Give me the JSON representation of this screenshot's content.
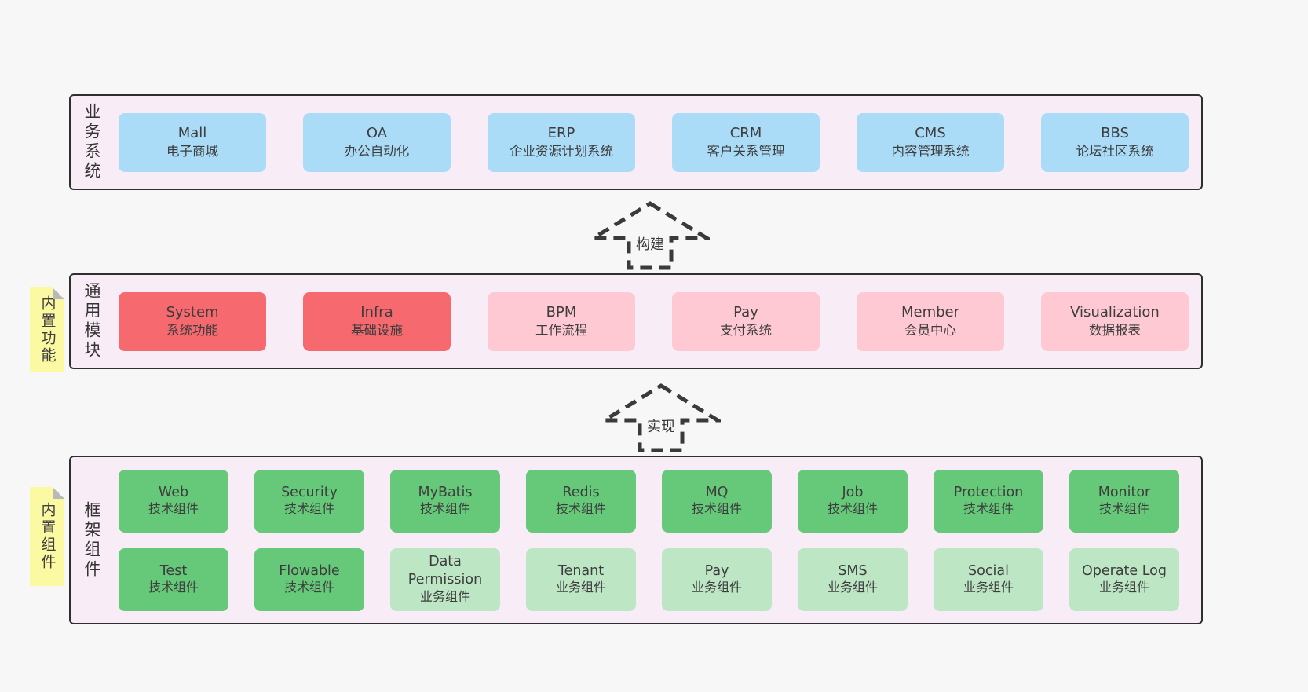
{
  "colors": {
    "page_bg": "#f7f7f7",
    "band_bg": "#f8edf6",
    "band_border": "#2f2f2f",
    "business_box": "#abdcf7",
    "core_module_box": "#f5696f",
    "optional_module_box": "#ffc9d3",
    "tech_component_box": "#66c97a",
    "biz_component_box": "#bde6c5",
    "sticky_note": "#fbf9a2",
    "text": "#3d3d3d"
  },
  "arrows": [
    {
      "label": "构建"
    },
    {
      "label": "实现"
    }
  ],
  "bands": [
    {
      "id": "business-systems",
      "label": "业务系统",
      "boxes": [
        {
          "name": "Mall",
          "subtitle": "电子商城",
          "type": "blue"
        },
        {
          "name": "OA",
          "subtitle": "办公自动化",
          "type": "blue"
        },
        {
          "name": "ERP",
          "subtitle": "企业资源计划系统",
          "type": "blue"
        },
        {
          "name": "CRM",
          "subtitle": "客户关系管理",
          "type": "blue"
        },
        {
          "name": "CMS",
          "subtitle": "内容管理系统",
          "type": "blue"
        },
        {
          "name": "BBS",
          "subtitle": "论坛社区系统",
          "type": "blue"
        }
      ]
    },
    {
      "id": "common-modules",
      "label": "通用模块",
      "sticky": "内置功能",
      "boxes": [
        {
          "name": "System",
          "subtitle": "系统功能",
          "type": "red"
        },
        {
          "name": "Infra",
          "subtitle": "基础设施",
          "type": "red"
        },
        {
          "name": "BPM",
          "subtitle": "工作流程",
          "type": "pink"
        },
        {
          "name": "Pay",
          "subtitle": "支付系统",
          "type": "pink"
        },
        {
          "name": "Member",
          "subtitle": "会员中心",
          "type": "pink"
        },
        {
          "name": "Visualization",
          "subtitle": "数据报表",
          "type": "pink"
        }
      ]
    },
    {
      "id": "framework-components",
      "label": "框架组件",
      "sticky": "内置组件",
      "boxes": [
        {
          "name": "Web",
          "subtitle": "技术组件",
          "type": "green"
        },
        {
          "name": "Security",
          "subtitle": "技术组件",
          "type": "green"
        },
        {
          "name": "MyBatis",
          "subtitle": "技术组件",
          "type": "green"
        },
        {
          "name": "Redis",
          "subtitle": "技术组件",
          "type": "green"
        },
        {
          "name": "MQ",
          "subtitle": "技术组件",
          "type": "green"
        },
        {
          "name": "Job",
          "subtitle": "技术组件",
          "type": "green"
        },
        {
          "name": "Protection",
          "subtitle": "技术组件",
          "type": "green"
        },
        {
          "name": "Monitor",
          "subtitle": "技术组件",
          "type": "green"
        },
        {
          "name": "Test",
          "subtitle": "技术组件",
          "type": "green"
        },
        {
          "name": "Flowable",
          "subtitle": "技术组件",
          "type": "green"
        },
        {
          "name": "Data Permission",
          "subtitle": "业务组件",
          "type": "green-light"
        },
        {
          "name": "Tenant",
          "subtitle": "业务组件",
          "type": "green-light"
        },
        {
          "name": "Pay",
          "subtitle": "业务组件",
          "type": "green-light"
        },
        {
          "name": "SMS",
          "subtitle": "业务组件",
          "type": "green-light"
        },
        {
          "name": "Social",
          "subtitle": "业务组件",
          "type": "green-light"
        },
        {
          "name": "Operate Log",
          "subtitle": "业务组件",
          "type": "green-light"
        }
      ]
    }
  ]
}
